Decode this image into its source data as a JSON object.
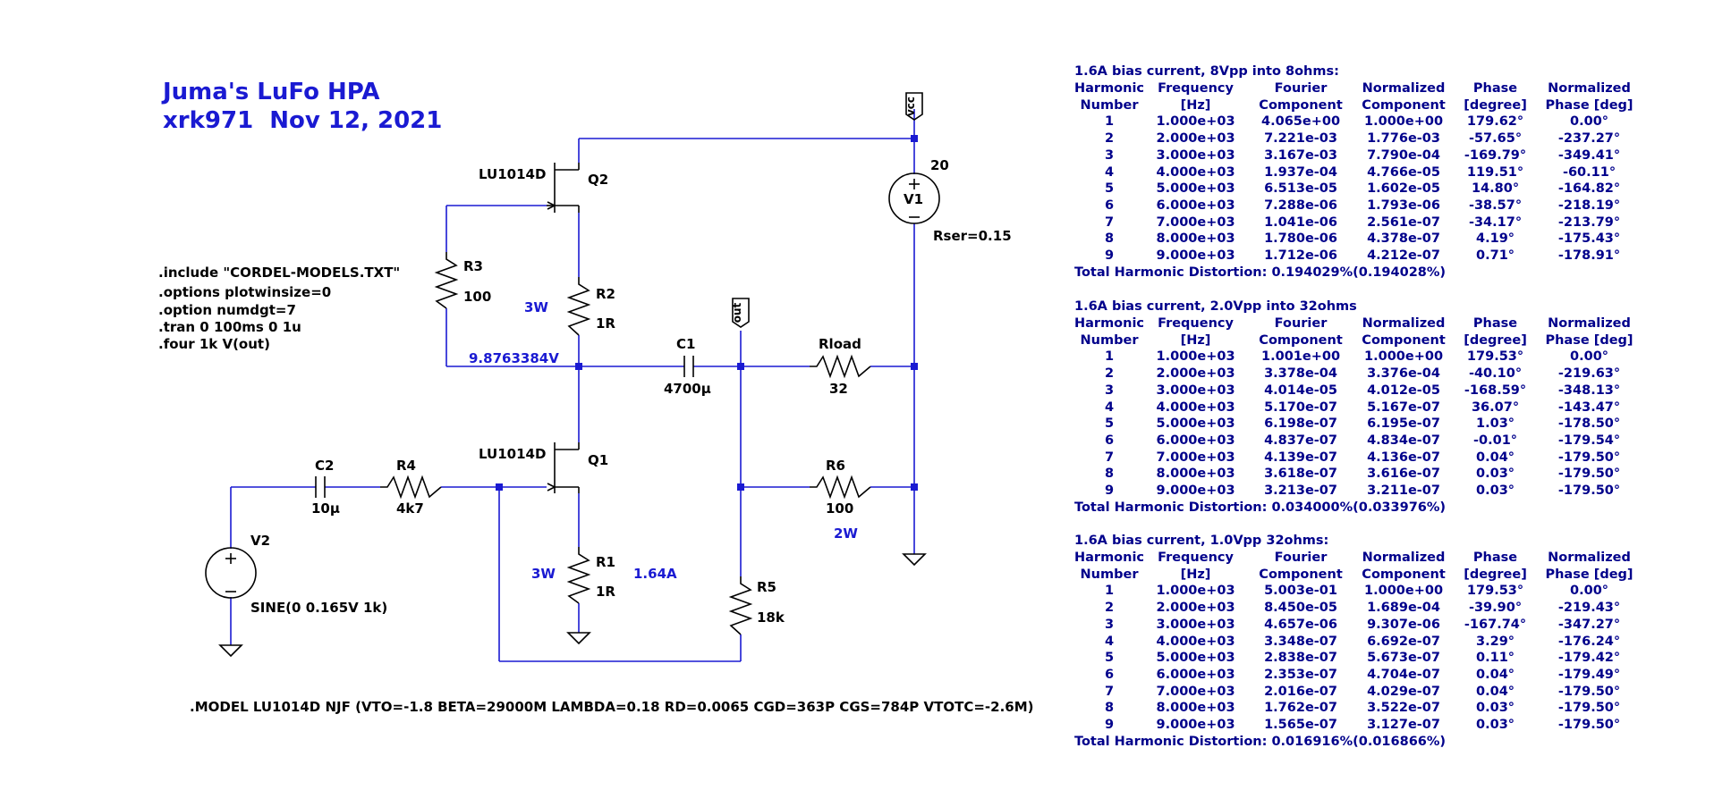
{
  "title": {
    "line1": "Juma's LuFo HPA",
    "line2": "xrk971  Nov 12, 2021"
  },
  "directives": [
    ".include \"CORDEL-MODELS.TXT\"",
    ".options plotwinsize=0",
    ".option numdgt=7",
    ".tran 0 100ms 0 1u",
    ".four 1k V(out)"
  ],
  "model_line": ".MODEL LU1014D NJF (VTO=-1.8 BETA=29000M LAMBDA=0.18 RD=0.0065 CGD=363P CGS=784P VTOTC=-2.6M)",
  "schematic": {
    "colors": {
      "wire": "#1a1ad2",
      "junction": "#1a1ad2",
      "component": "#000000",
      "annotation": "#1a1ad2"
    },
    "labels": {
      "q2_model": "LU1014D",
      "q2_name": "Q2",
      "q1_model": "LU1014D",
      "q1_name": "Q1",
      "r3_name": "R3",
      "r3_value": "100",
      "r2_name": "R2",
      "r2_value": "1R",
      "r2_power": "3W",
      "r1_name": "R1",
      "r1_value": "1R",
      "r1_power": "3W",
      "r4_name": "R4",
      "r4_value": "4k7",
      "r5_name": "R5",
      "r5_value": "18k",
      "r6_name": "R6",
      "r6_value": "100",
      "r6_power": "2W",
      "c1_name": "C1",
      "c1_value": "4700µ",
      "c2_name": "C2",
      "c2_value": "10µ",
      "rload_name": "Rload",
      "rload_value": "32",
      "v1_name": "V1",
      "v1_value": "20",
      "v1_rser": "Rser=0.15",
      "v2_name": "V2",
      "v2_value": "SINE(0 0.165V 1k)",
      "node_voltage": "9.8763384V",
      "bias_current": "1.64A",
      "vcc_flag": "vcc",
      "out_flag": "out"
    }
  },
  "fourier": [
    {
      "title": "1.6A bias current, 8Vpp into 8ohms:",
      "header1": [
        "Harmonic",
        "Frequency",
        "Fourier",
        "Normalized",
        "Phase",
        "Normalized"
      ],
      "header2": [
        "Number",
        "[Hz]",
        "Component",
        "Component",
        "[degree]",
        "Phase [deg]"
      ],
      "rows": [
        [
          "1",
          "1.000e+03",
          "4.065e+00",
          "1.000e+00",
          "179.62°",
          "0.00°"
        ],
        [
          "2",
          "2.000e+03",
          "7.221e-03",
          "1.776e-03",
          "-57.65°",
          "-237.27°"
        ],
        [
          "3",
          "3.000e+03",
          "3.167e-03",
          "7.790e-04",
          "-169.79°",
          "-349.41°"
        ],
        [
          "4",
          "4.000e+03",
          "1.937e-04",
          "4.766e-05",
          "119.51°",
          "-60.11°"
        ],
        [
          "5",
          "5.000e+03",
          "6.513e-05",
          "1.602e-05",
          "14.80°",
          "-164.82°"
        ],
        [
          "6",
          "6.000e+03",
          "7.288e-06",
          "1.793e-06",
          "-38.57°",
          "-218.19°"
        ],
        [
          "7",
          "7.000e+03",
          "1.041e-06",
          "2.561e-07",
          "-34.17°",
          "-213.79°"
        ],
        [
          "8",
          "8.000e+03",
          "1.780e-06",
          "4.378e-07",
          "4.19°",
          "-175.43°"
        ],
        [
          "9",
          "9.000e+03",
          "1.712e-06",
          "4.212e-07",
          "0.71°",
          "-178.91°"
        ]
      ],
      "thd": "Total Harmonic Distortion: 0.194029%(0.194028%)"
    },
    {
      "title": "1.6A bias current, 2.0Vpp into 32ohms",
      "header1": [
        "Harmonic",
        "Frequency",
        "Fourier",
        "Normalized",
        "Phase",
        "Normalized"
      ],
      "header2": [
        "Number",
        "[Hz]",
        "Component",
        "Component",
        "[degree]",
        "Phase [deg]"
      ],
      "rows": [
        [
          "1",
          "1.000e+03",
          "1.001e+00",
          "1.000e+00",
          "179.53°",
          "0.00°"
        ],
        [
          "2",
          "2.000e+03",
          "3.378e-04",
          "3.376e-04",
          "-40.10°",
          "-219.63°"
        ],
        [
          "3",
          "3.000e+03",
          "4.014e-05",
          "4.012e-05",
          "-168.59°",
          "-348.13°"
        ],
        [
          "4",
          "4.000e+03",
          "5.170e-07",
          "5.167e-07",
          "36.07°",
          "-143.47°"
        ],
        [
          "5",
          "5.000e+03",
          "6.198e-07",
          "6.195e-07",
          "1.03°",
          "-178.50°"
        ],
        [
          "6",
          "6.000e+03",
          "4.837e-07",
          "4.834e-07",
          "-0.01°",
          "-179.54°"
        ],
        [
          "7",
          "7.000e+03",
          "4.139e-07",
          "4.136e-07",
          "0.04°",
          "-179.50°"
        ],
        [
          "8",
          "8.000e+03",
          "3.618e-07",
          "3.616e-07",
          "0.03°",
          "-179.50°"
        ],
        [
          "9",
          "9.000e+03",
          "3.213e-07",
          "3.211e-07",
          "0.03°",
          "-179.50°"
        ]
      ],
      "thd": "Total Harmonic Distortion: 0.034000%(0.033976%)"
    },
    {
      "title": "1.6A bias current, 1.0Vpp 32ohms:",
      "header1": [
        "Harmonic",
        "Frequency",
        "Fourier",
        "Normalized",
        "Phase",
        "Normalized"
      ],
      "header2": [
        "Number",
        "[Hz]",
        "Component",
        "Component",
        "[degree]",
        "Phase [deg]"
      ],
      "rows": [
        [
          "1",
          "1.000e+03",
          "5.003e-01",
          "1.000e+00",
          "179.53°",
          "0.00°"
        ],
        [
          "2",
          "2.000e+03",
          "8.450e-05",
          "1.689e-04",
          "-39.90°",
          "-219.43°"
        ],
        [
          "3",
          "3.000e+03",
          "4.657e-06",
          "9.307e-06",
          "-167.74°",
          "-347.27°"
        ],
        [
          "4",
          "4.000e+03",
          "3.348e-07",
          "6.692e-07",
          "3.29°",
          "-176.24°"
        ],
        [
          "5",
          "5.000e+03",
          "2.838e-07",
          "5.673e-07",
          "0.11°",
          "-179.42°"
        ],
        [
          "6",
          "6.000e+03",
          "2.353e-07",
          "4.704e-07",
          "0.04°",
          "-179.49°"
        ],
        [
          "7",
          "7.000e+03",
          "2.016e-07",
          "4.029e-07",
          "0.04°",
          "-179.50°"
        ],
        [
          "8",
          "8.000e+03",
          "1.762e-07",
          "3.522e-07",
          "0.03°",
          "-179.50°"
        ],
        [
          "9",
          "9.000e+03",
          "1.565e-07",
          "3.127e-07",
          "0.03°",
          "-179.50°"
        ]
      ],
      "thd": "Total Harmonic Distortion: 0.016916%(0.016866%)"
    }
  ]
}
